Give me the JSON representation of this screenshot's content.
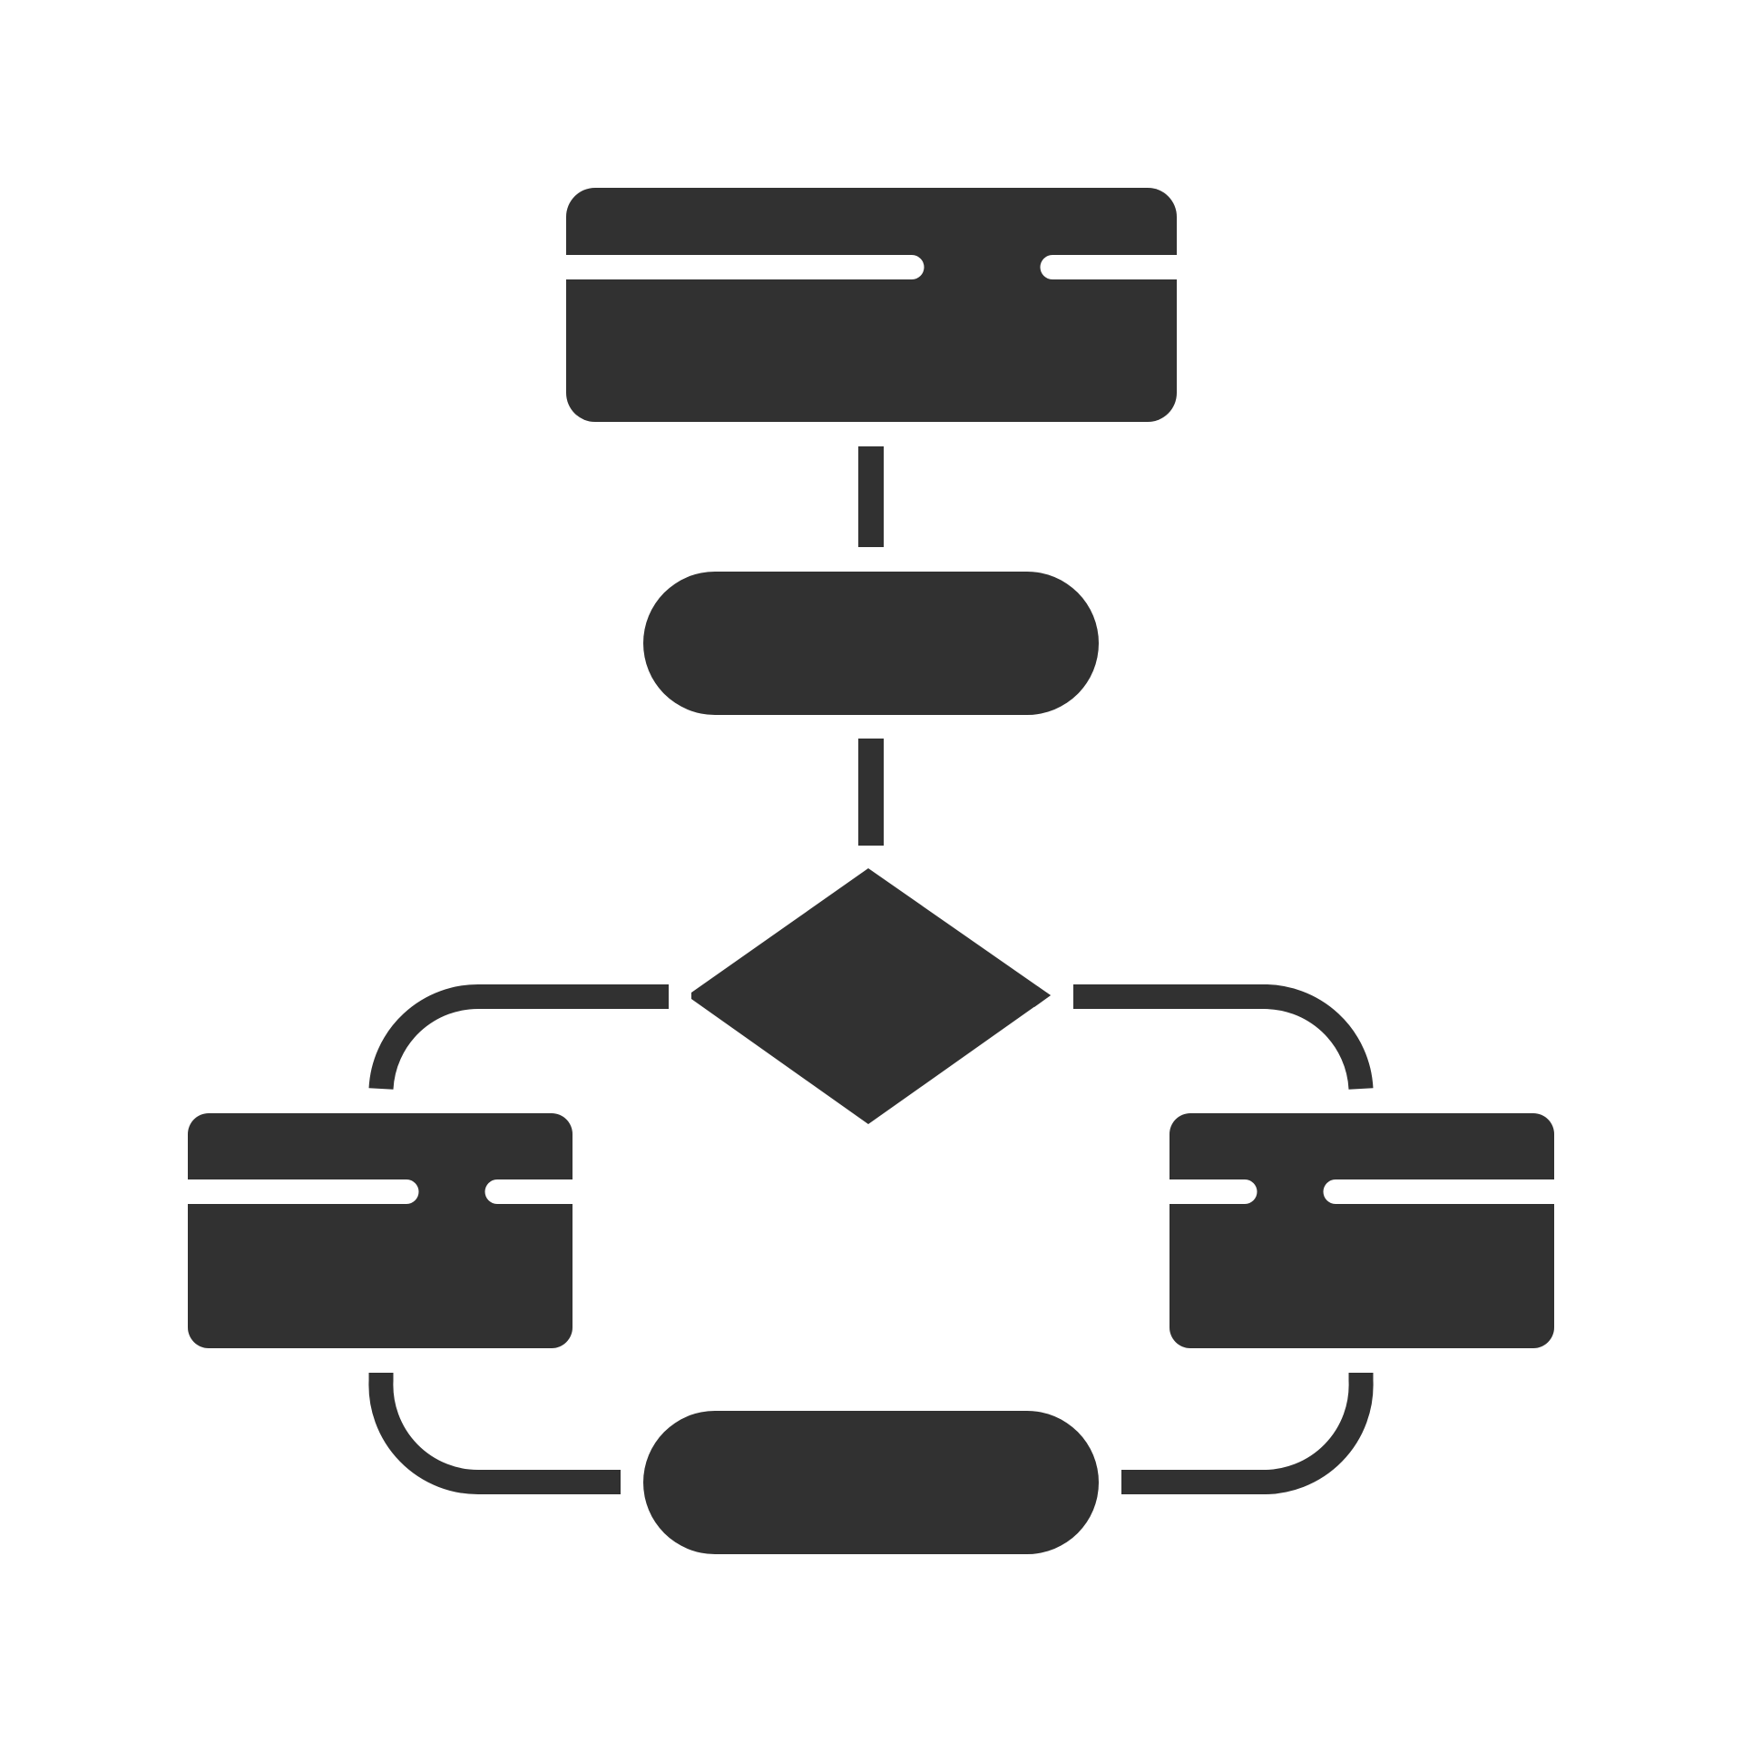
{
  "colors": {
    "shape": "#313131",
    "background": "#ffffff"
  },
  "diagram": {
    "kind": "flowchart-icon",
    "nodes": [
      {
        "id": "top",
        "shape": "card"
      },
      {
        "id": "middle",
        "shape": "terminal"
      },
      {
        "id": "decision",
        "shape": "diamond"
      },
      {
        "id": "left",
        "shape": "card"
      },
      {
        "id": "right",
        "shape": "card"
      },
      {
        "id": "bottom",
        "shape": "terminal"
      }
    ],
    "edges": [
      {
        "from": "top",
        "to": "middle"
      },
      {
        "from": "middle",
        "to": "decision"
      },
      {
        "from": "decision",
        "to": "left"
      },
      {
        "from": "decision",
        "to": "right"
      },
      {
        "from": "left",
        "to": "bottom"
      },
      {
        "from": "right",
        "to": "bottom"
      }
    ]
  }
}
